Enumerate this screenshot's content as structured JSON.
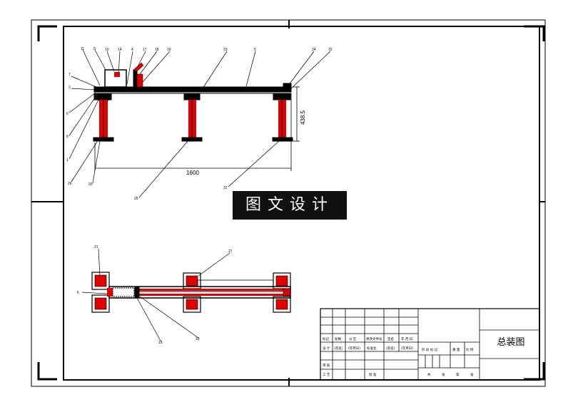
{
  "drawing": {
    "watermark": "图文设计",
    "title": "总装图",
    "dimensions": {
      "length": "1600",
      "height": "438.5"
    },
    "front_view_labels": [
      "11",
      "9",
      "10",
      "14",
      "4",
      "17",
      "18",
      "19",
      "23",
      "5",
      "24",
      "15",
      "7",
      "2",
      "6",
      "8",
      "1",
      "26",
      "20",
      "25",
      "22"
    ],
    "top_view_labels": [
      "21",
      "27",
      "5",
      "13",
      "18"
    ],
    "title_block": {
      "row1": [
        "标记",
        "处数",
        "分 区",
        "更改文件号",
        "签名",
        "年.月.日"
      ],
      "row2": [
        "设 计",
        "(签名)",
        "(年月日)",
        "标准化",
        "(签名)",
        "(年月日)"
      ],
      "row3": [
        "审 核"
      ],
      "row4": [
        "工 艺",
        "",
        "",
        "批 准"
      ],
      "stage_header": [
        "阶 段 标 记",
        "重 量",
        "比 例"
      ],
      "sheet": [
        "共",
        "张",
        "第",
        "张"
      ]
    }
  },
  "colors": {
    "part_red": "#e30000",
    "line": "#000000",
    "background": "#ffffff"
  }
}
